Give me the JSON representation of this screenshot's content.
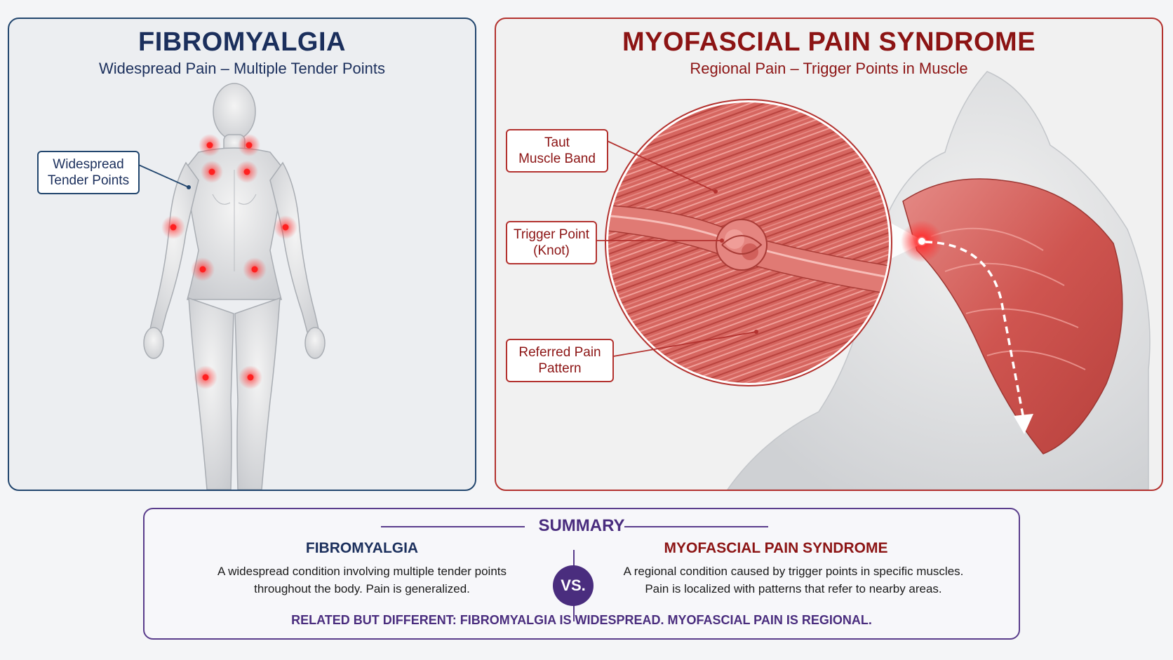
{
  "fibromyalgia": {
    "title": "FIBROMYALGIA",
    "subtitle": "Widespread Pain – Multiple Tender Points",
    "callout": [
      "Widespread",
      "Tender Points"
    ]
  },
  "myofascial": {
    "title": "MYOFASCIAL PAIN SYNDROME",
    "subtitle": "Regional Pain – Trigger Points in Muscle",
    "callouts": {
      "taut": [
        "Taut",
        "Muscle Band"
      ],
      "trigger": [
        "Trigger Point",
        "(Knot)"
      ],
      "referred": [
        "Referred Pain",
        "Pattern"
      ]
    }
  },
  "summary": {
    "title": "SUMMARY",
    "left_heading": "FIBROMYALGIA",
    "left_text": [
      "A widespread condition involving multiple tender points",
      "throughout the body. Pain is generalized."
    ],
    "vs": "VS.",
    "right_heading": "MYOFASCIAL PAIN SYNDROME",
    "right_text": [
      "A regional condition caused by trigger points in specific muscles.",
      "Pain is localized with patterns that refer to nearby areas."
    ],
    "footer": "RELATED BUT DIFFERENT: FIBROMYALGIA IS WIDESPREAD. MYOFASCIAL PAIN IS REGIONAL."
  },
  "colors": {
    "fibro_accent": "#1b2f5c",
    "myo_accent": "#8c1414",
    "summary_accent": "#4a2d7e",
    "tender_point": "#ff2a2a"
  }
}
